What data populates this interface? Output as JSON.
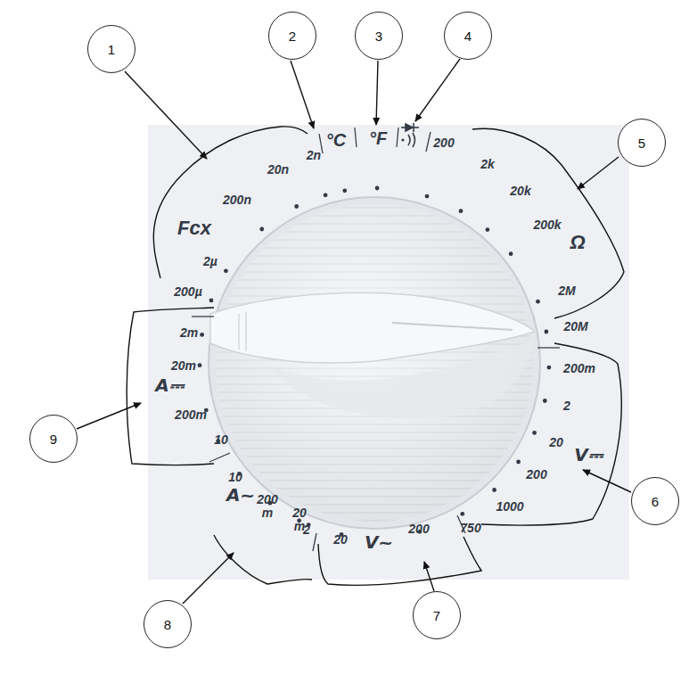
{
  "diagram": {
    "nodes": [
      {
        "text": [
          "1"
        ]
      },
      {
        "text": [
          "2"
        ]
      },
      {
        "text": [
          "3"
        ]
      },
      {
        "text": [
          "4"
        ]
      },
      {
        "text": [
          "5"
        ]
      },
      {
        "text": [
          "6"
        ]
      },
      {
        "text": [
          "7"
        ]
      },
      {
        "text": [
          "8"
        ]
      },
      {
        "text": [
          "9"
        ]
      }
    ],
    "labels": [
      "200µ",
      "2µ",
      "200n",
      "20n",
      "2n",
      "Fcx",
      "°C",
      "°F",
      "200",
      "2k",
      "20k",
      "200k",
      "2M",
      "20M",
      "Ω",
      "200m",
      "2",
      "20",
      "200",
      "V⎓",
      "1000",
      "750",
      "200",
      "V~",
      "20",
      "2",
      "20 m",
      "200 m",
      "A~",
      "10",
      "10",
      "200m",
      "A⎓",
      "20m",
      "2m"
    ]
  }
}
